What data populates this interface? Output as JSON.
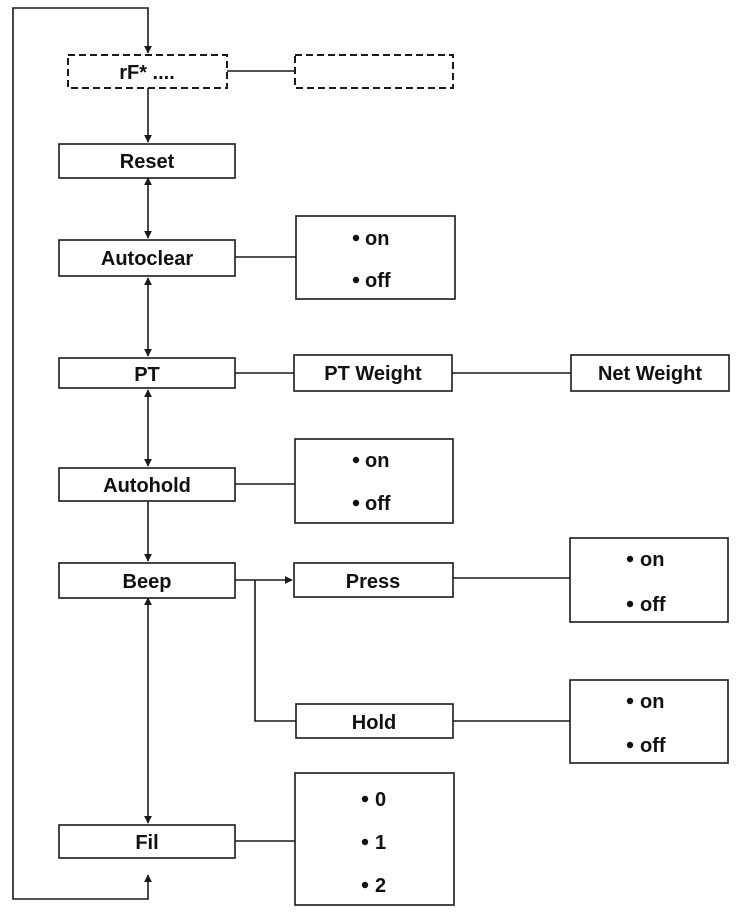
{
  "nodes": {
    "rf": "rF* ....",
    "reset": "Reset",
    "autoclear": "Autoclear",
    "pt": "PT",
    "pt_weight": "PT Weight",
    "net_weight": "Net Weight",
    "autohold": "Autohold",
    "beep": "Beep",
    "press": "Press",
    "hold": "Hold",
    "fil": "Fil"
  },
  "options": {
    "autoclear": [
      "on",
      "off"
    ],
    "autohold": [
      "on",
      "off"
    ],
    "press": [
      "on",
      "off"
    ],
    "hold": [
      "on",
      "off"
    ],
    "fil": [
      "0",
      "1",
      "2"
    ]
  },
  "colors": {
    "line": "#1a1a1a",
    "text": "#111111",
    "background": "#ffffff"
  }
}
